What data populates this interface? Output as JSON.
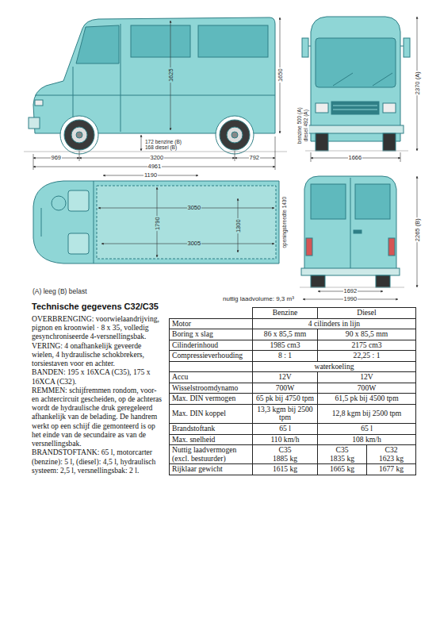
{
  "diagram": {
    "title": "Technische gegevens C32/C35",
    "labels": [
      "1625",
      "1650",
      "172 benzine (B)",
      "168 diesel (B)",
      "969",
      "3200",
      "792",
      "4961",
      "2370 (A)",
      "benzine 500 (A)",
      "diesel 492 (A)",
      "1666",
      "1190",
      "3050",
      "1790",
      "1300",
      "3005",
      "openingsbreedte 1430",
      "2265 (B)",
      "1692",
      "1990",
      "(A) leeg (B) belast",
      "nuttig laadvolume: 9,3 m³",
      "OVERBRENGING: voorwielaandrijving, pignon en kroonwiel · 8 x 35, volledig gesynchroniseerde 4-versnellingsbak.",
      "VERING: 4 onafhankelijk geveerde wielen, 4 hydraulische schokbrekers, torsiestaven voor en achter.",
      "BANDEN: 195 x 16XCA (C35), 175 x 16XCA (C32).",
      "REMMEN: schijfremmen rondom, voor- en achtercircuit gescheiden, op de achteras wordt de hydraulische druk geregeleerd afhankelijk van de belading. De handrem werkt op een schijf die gemonteerd is op het einde van de secundaire as van de versnellingsbak.",
      "BRANDSTOFTANK: 65 l, motorcarter (benzine): 5 l, (diesel): 4,5 l, hydraulisch systeem: 2,5 l, versnellingsbak: 2 l.",
      "Benzine",
      "Diesel",
      "Motor",
      "4 cilinders in lijn",
      "Boring x slag",
      "86 x 85,5 mm",
      "90 x 85,5 mm",
      "Cilinderinhoud",
      "1985 cm3",
      "2175 cm3",
      "Compressieverhouding",
      "8 : 1",
      "22,25 : 1",
      "waterkoeling",
      "Accu",
      "12V",
      "12V",
      "Wisselstroomdynamo",
      "700W",
      "700W",
      "Max. DIN vermogen",
      "65 pk bij 4750 tpm",
      "61,5 pk bij 4500 tpm",
      "Max. DIN koppel",
      "13,3 kgm bij 2500 tpm",
      "12,8 kgm bij 2500 tpm",
      "Brandstoftank",
      "65 l",
      "65 l",
      "Max. snelheid",
      "110 km/h",
      "108 km/h",
      "Nuttig laadvermogen (excl. bestuurder)",
      "C35",
      "1885 kg",
      "C35",
      "1835 kg",
      "C32",
      "1623 kg",
      "Rijklaar gewicht",
      "1615 kg",
      "1665 kg",
      "1677 kg"
    ]
  }
}
